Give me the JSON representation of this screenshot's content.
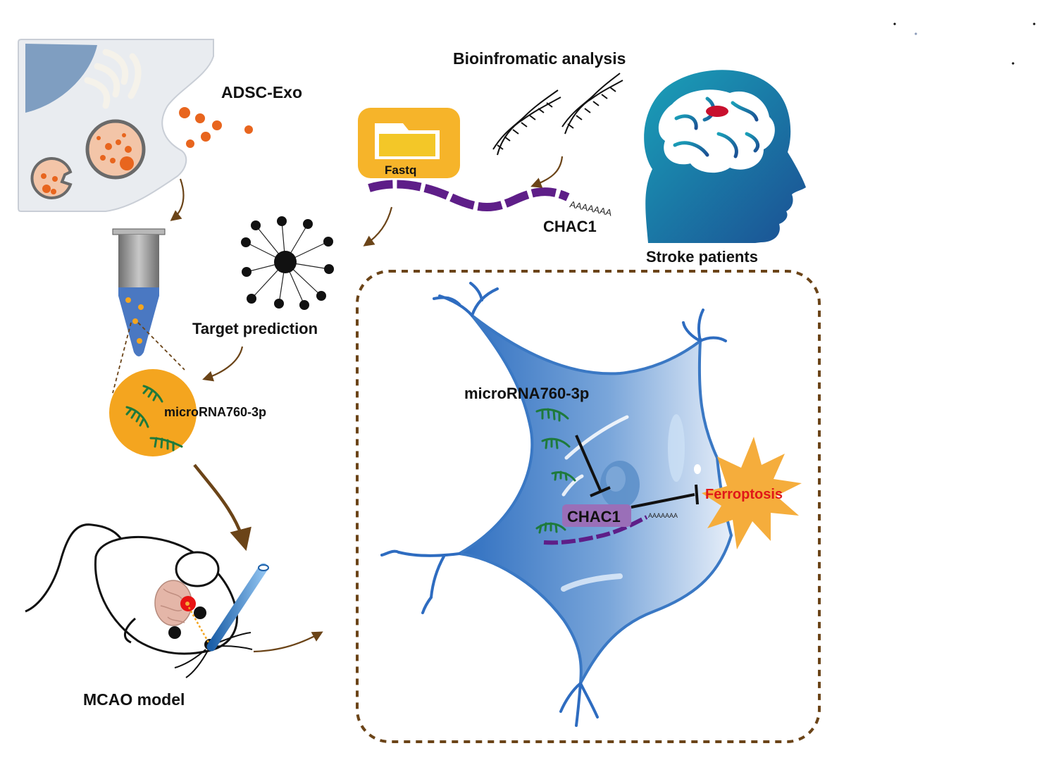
{
  "labels": {
    "adsc_exo": "ADSC-Exo",
    "bioinformatic_analysis": "Bioinfromatic analysis",
    "fastq": "Fastq",
    "chac1_top": "CHAC1",
    "poly_a_top": "AAAAAAA",
    "stroke_patients": "Stroke patients",
    "target_prediction": "Target prediction",
    "microrna_circle": "microRNA760-3p",
    "microrna_cell": "microRNA760-3p",
    "chac1_cell": "CHAC1",
    "poly_a_cell": "AAAAAAA",
    "ferroptosis": "Ferroptosis",
    "mcao_model": "MCAO model"
  },
  "colors": {
    "arrow": "#6b4418",
    "mrna": "#5e1e88",
    "mirna": "#1e7a3c",
    "exosome": "#f07a22",
    "cell_blue": "#2f6fc0",
    "ferroptosis_star": "#f5ad3c",
    "ferroptosis_text": "#e01818",
    "folder": "#f6b42a",
    "head": "#1f6aa8",
    "lesion": "#c8102e",
    "dashed_box": "#6b4418"
  },
  "icons": [
    "folder-icon",
    "dna-icon",
    "network-icon",
    "tube-icon",
    "mouse-icon",
    "brain-head-icon",
    "neuron-icon",
    "starburst-icon"
  ]
}
